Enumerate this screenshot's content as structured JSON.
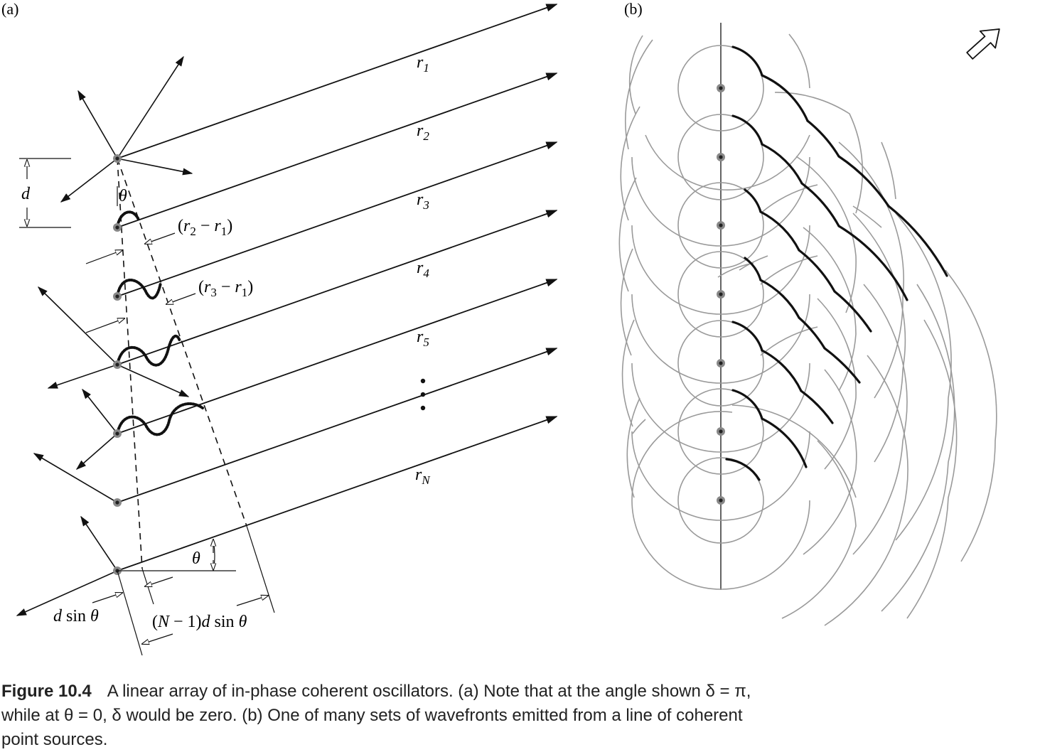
{
  "panels": {
    "a_label": "(a)",
    "b_label": "(b)"
  },
  "panel_a": {
    "ray_labels": [
      {
        "r": "r",
        "sub": "1"
      },
      {
        "r": "r",
        "sub": "2"
      },
      {
        "r": "r",
        "sub": "3"
      },
      {
        "r": "r",
        "sub": "4"
      },
      {
        "r": "r",
        "sub": "5"
      },
      {
        "r": "r",
        "sub": "N"
      }
    ],
    "spacing_label": "d",
    "theta_top": "θ",
    "theta_bottom": "θ",
    "diff_r2_r1": {
      "open": "(",
      "a": "r",
      "a_sub": "2",
      "minus": " − ",
      "b": "r",
      "b_sub": "1",
      "close": ")"
    },
    "diff_r3_r1": {
      "open": "(",
      "a": "r",
      "a_sub": "3",
      "minus": " − ",
      "b": "r",
      "b_sub": "1",
      "close": ")"
    },
    "d_sin_theta": {
      "d": "d",
      "sin": " sin ",
      "theta": "θ"
    },
    "n_minus_1_d_sin_theta": {
      "pre": "(",
      "N": "N",
      "mid": " − 1)",
      "d": "d",
      "sin": " sin ",
      "theta": "θ"
    }
  },
  "caption": {
    "figure_number": "Figure 10.4",
    "text": "A linear array of in-phase coherent oscillators. (a) Note that at the angle shown δ = π, while at θ = 0, δ would be zero. (b) One of many sets of wavefronts emitted from a line of coherent point sources."
  }
}
